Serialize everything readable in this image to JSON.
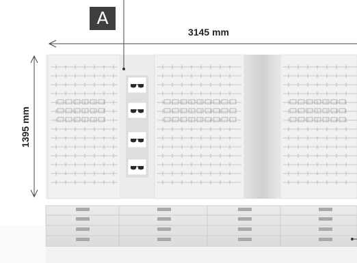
{
  "callout": {
    "label": "A"
  },
  "dimensions": {
    "width": "3145 mm",
    "height": "1395 mm"
  },
  "colors": {
    "wall": "#ececec",
    "pillar": "#dcdcdc",
    "counter": "#e4e4e4",
    "label_box": "#3f3f3f",
    "line": "#444444"
  }
}
